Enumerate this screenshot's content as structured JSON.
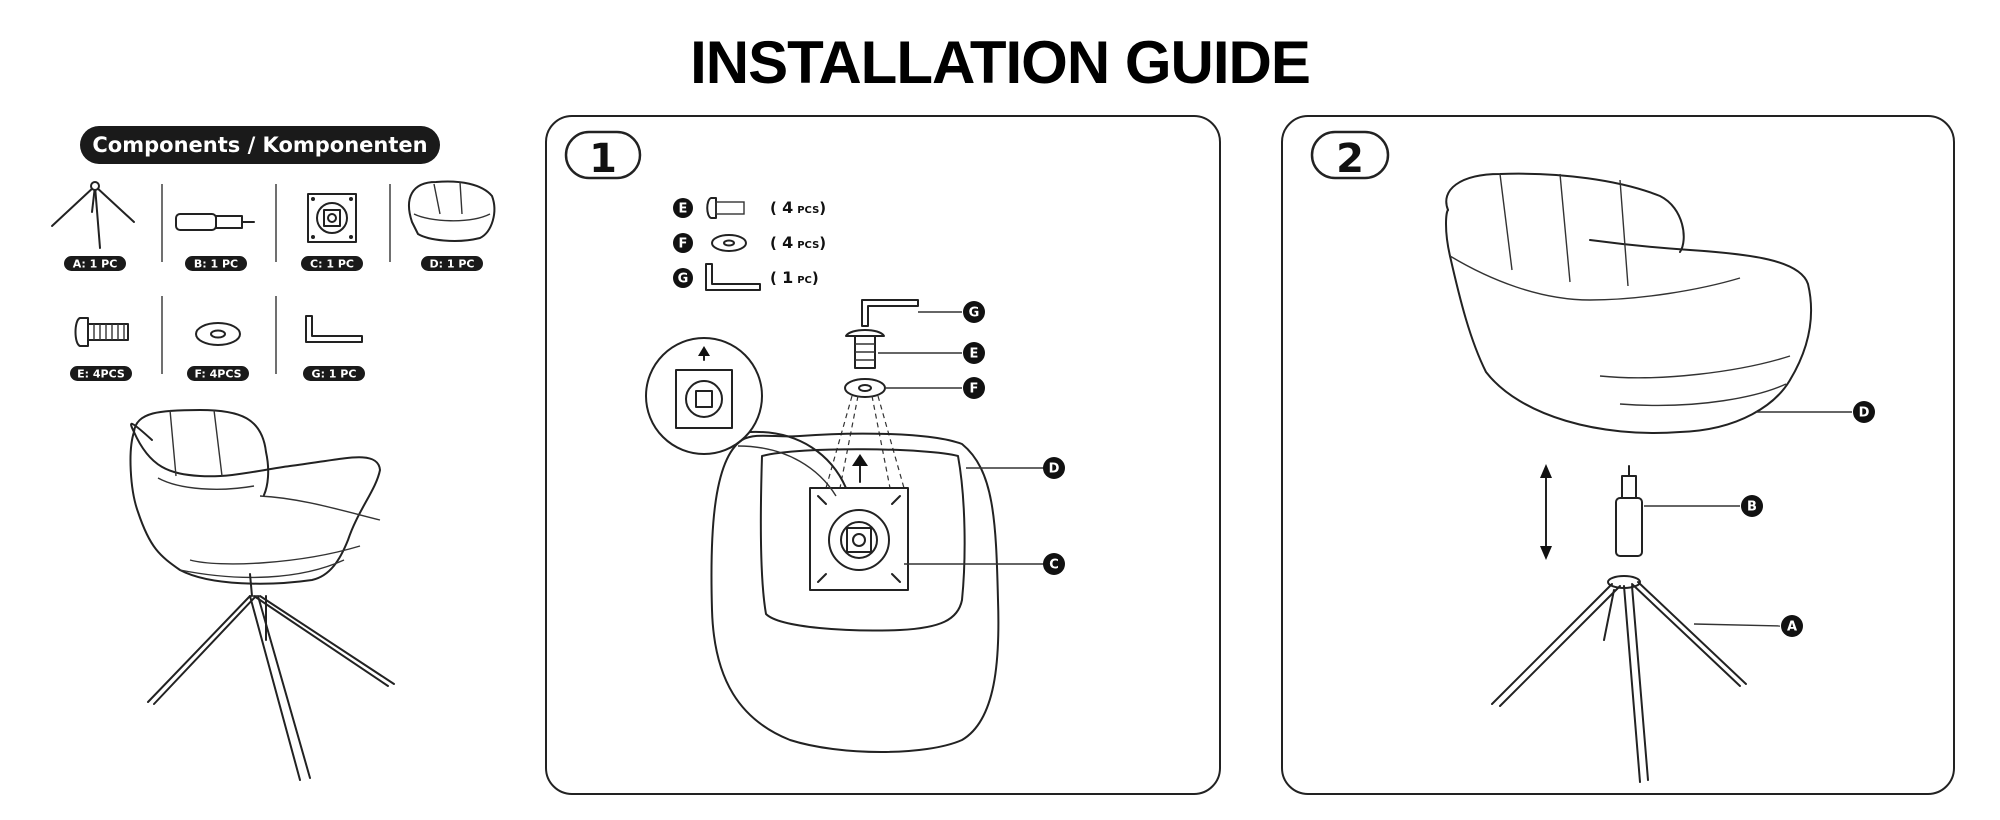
{
  "title": "INSTALLATION GUIDE",
  "components": {
    "heading": "Components / Komponenten",
    "items": [
      {
        "label": "A: 1 PC",
        "icon": "base-legs-icon"
      },
      {
        "label": "B: 1 PC",
        "icon": "gas-cylinder-icon"
      },
      {
        "label": "C: 1 PC",
        "icon": "swivel-plate-icon"
      },
      {
        "label": "D: 1 PC",
        "icon": "seat-icon"
      },
      {
        "label": "E: 4PCS",
        "icon": "bolt-icon"
      },
      {
        "label": "F: 4PCS",
        "icon": "washer-icon"
      },
      {
        "label": "G: 1 PC",
        "icon": "allen-key-icon"
      }
    ]
  },
  "step1": {
    "number": "1",
    "hardware": [
      {
        "letter": "E",
        "qty_num": "4",
        "qty_unit": "PCS"
      },
      {
        "letter": "F",
        "qty_num": "4",
        "qty_unit": "PCS"
      },
      {
        "letter": "G",
        "qty_num": "1",
        "qty_unit": "PC"
      }
    ],
    "callouts": [
      "G",
      "E",
      "F",
      "D",
      "C"
    ]
  },
  "step2": {
    "number": "2",
    "callouts": [
      "D",
      "B",
      "A"
    ]
  }
}
